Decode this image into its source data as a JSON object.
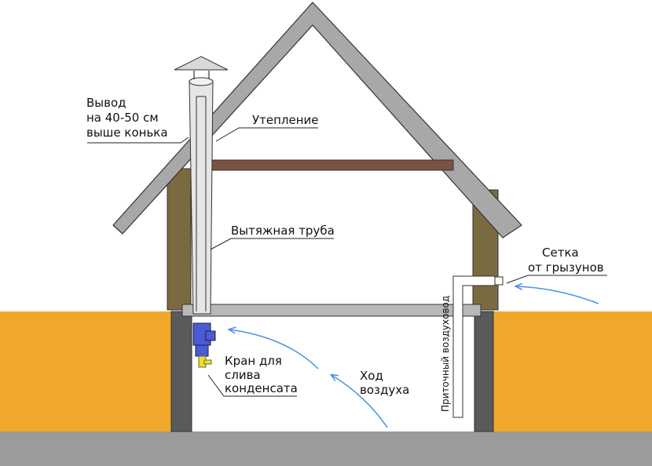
{
  "labels": {
    "outlet": [
      "Вывод",
      "на 40-50 см",
      "выше конька"
    ],
    "insulation": "Утепление",
    "exhaust_pipe": "Вытяжная труба",
    "mesh": [
      "Сетка",
      "от грызунов"
    ],
    "drain_valve": [
      "Кран для",
      "слива",
      "конденсата"
    ],
    "airflow": [
      "Ход",
      "воздуха"
    ],
    "supply_duct": "Приточный воздуховод"
  },
  "colors": {
    "soil": "#f0a82a",
    "ground": "#9b9b9b",
    "wall": "#7a6a40",
    "beam": "#7b5242",
    "roof": "#a8a8a8",
    "floor": "#b8b8b8",
    "pipe": "#e6e6e6",
    "valve": "#4a5bd6",
    "tap": "#f0e020",
    "arrow": "#4a90e2"
  }
}
